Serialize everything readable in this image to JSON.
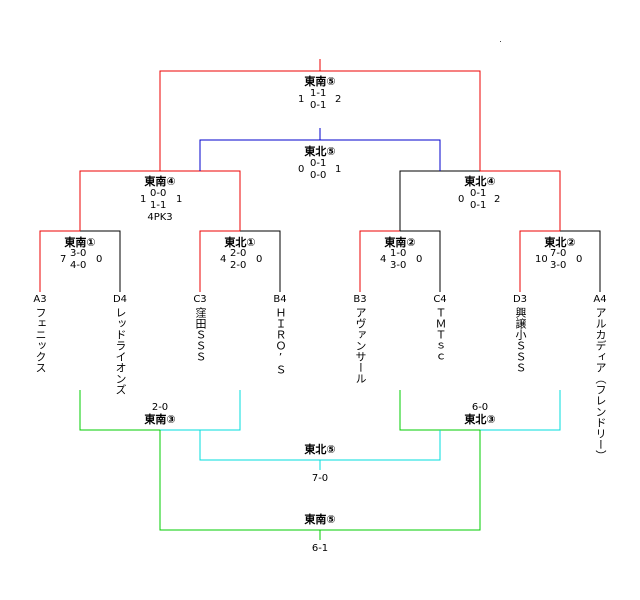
{
  "colors": {
    "win": "#ee0000",
    "line": "#000000",
    "blue": "#0000cc",
    "green": "#00cc00",
    "cyan": "#00dddd"
  },
  "teams": [
    {
      "code": "A3",
      "name": "フェニックス"
    },
    {
      "code": "D4",
      "name": "レッドライオンズ"
    },
    {
      "code": "C3",
      "name": "窪田ＳＳＳ"
    },
    {
      "code": "B4",
      "name": "ＨＩＲＯ’Ｓ"
    },
    {
      "code": "B3",
      "name": "アヴァンサール"
    },
    {
      "code": "C4",
      "name": "ＴＭＴｓｃ"
    },
    {
      "code": "D3",
      "name": "興譲小ＳＳＳ"
    },
    {
      "code": "A4",
      "name": "アルカディア（フレンドリー）"
    }
  ],
  "matches": {
    "m1": {
      "title": "東南①",
      "left": "7",
      "h1": "3-0",
      "h2": "4-0",
      "right": "0"
    },
    "m2": {
      "title": "東北①",
      "left": "4",
      "h1": "2-0",
      "h2": "2-0",
      "right": "0"
    },
    "m3": {
      "title": "東南②",
      "left": "4",
      "h1": "1-0",
      "h2": "3-0",
      "right": "0"
    },
    "m4": {
      "title": "東北②",
      "left": "10",
      "h1": "7-0",
      "h2": "3-0",
      "right": "0"
    },
    "m5": {
      "title": "東南④",
      "left": "1",
      "h1": "0-0",
      "h2": "1-1",
      "right": "1",
      "pk": "4PK3"
    },
    "m6": {
      "title": "東北④",
      "left": "0",
      "h1": "0-1",
      "h2": "0-1",
      "right": "2"
    },
    "m7": {
      "title": "東北⑤",
      "left": "0",
      "h1": "0-1",
      "h2": "0-0",
      "right": "1"
    },
    "m8": {
      "title": "東南⑤",
      "left": "1",
      "h1": "1-1",
      "h2": "0-1",
      "right": "2"
    }
  },
  "consolation": {
    "c1": {
      "title": "東南③",
      "score": "2-0"
    },
    "c2": {
      "title": "東北③",
      "score": "6-0"
    },
    "c3": {
      "title": "東北⑤",
      "score": "7-0"
    },
    "c4": {
      "title": "東南⑤",
      "score": "6-1"
    }
  }
}
